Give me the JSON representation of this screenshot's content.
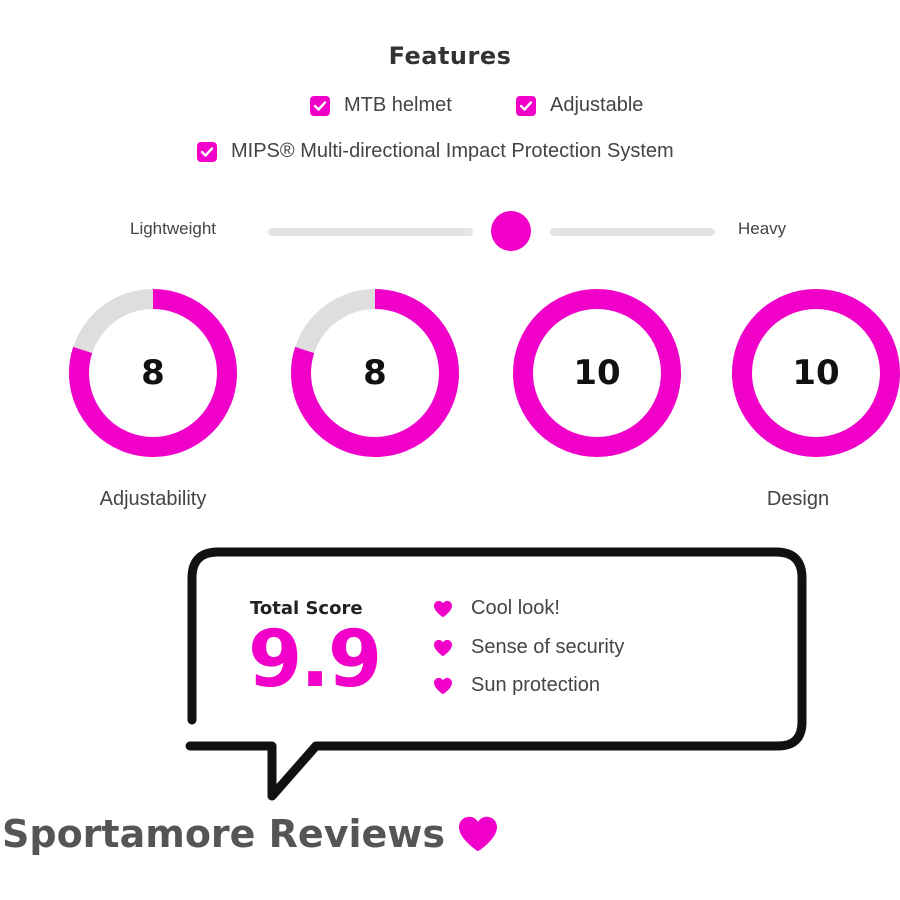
{
  "features": {
    "title": "Features",
    "items": [
      {
        "label": "MTB helmet",
        "checked": true
      },
      {
        "label": "Adjustable",
        "checked": true
      },
      {
        "label": "MIPS® Multi-directional Impact Protection System",
        "checked": true
      }
    ]
  },
  "weight_slider": {
    "left_label": "Lightweight",
    "right_label": "Heavy",
    "value_fraction": 0.5
  },
  "ratings": [
    {
      "value": "8",
      "label": "Adjustability",
      "max": 10
    },
    {
      "value": "8",
      "label": "",
      "max": 10
    },
    {
      "value": "10",
      "label": "",
      "max": 10
    },
    {
      "value": "10",
      "label": "Design",
      "max": 10
    }
  ],
  "total": {
    "title": "Total Score",
    "value": "9.9",
    "highlights": [
      "Cool look!",
      "Sense of security",
      "Sun protection"
    ]
  },
  "brand": {
    "text": "Sportamore Reviews"
  },
  "colors": {
    "accent": "#f000c8",
    "track": "#dedede",
    "border": "#111111"
  }
}
